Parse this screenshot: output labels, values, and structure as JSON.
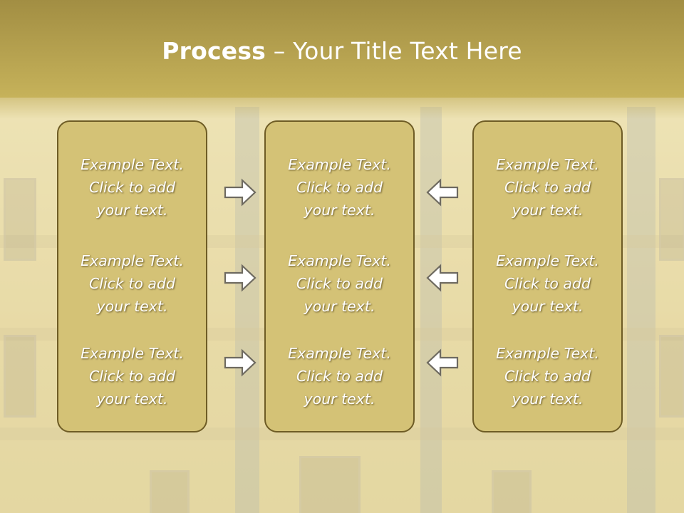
{
  "slide": {
    "title_bold": "Process",
    "title_rest": " – Your Title Text Here"
  },
  "panels": [
    {
      "items": [
        {
          "line1": "Example Text.",
          "line2": "Click  to add",
          "line3": "your text."
        },
        {
          "line1": "Example Text.",
          "line2": "Click  to add",
          "line3": "your text."
        },
        {
          "line1": "Example Text.",
          "line2": "Click  to add",
          "line3": "your text."
        }
      ]
    },
    {
      "items": [
        {
          "line1": "Example Text.",
          "line2": "Click  to add",
          "line3": "your text."
        },
        {
          "line1": "Example Text.",
          "line2": "Click  to add",
          "line3": "your text."
        },
        {
          "line1": "Example Text.",
          "line2": "Click  to add",
          "line3": "your text."
        }
      ]
    },
    {
      "items": [
        {
          "line1": "Example Text.",
          "line2": "Click  to add",
          "line3": "your text."
        },
        {
          "line1": "Example Text.",
          "line2": "Click  to add",
          "line3": "your text."
        },
        {
          "line1": "Example Text.",
          "line2": "Click  to add",
          "line3": "your text."
        }
      ]
    }
  ],
  "arrows": {
    "left_column": [
      "arrow-right-icon",
      "arrow-right-icon",
      "arrow-right-icon"
    ],
    "right_column": [
      "arrow-left-icon",
      "arrow-left-icon",
      "arrow-left-icon"
    ]
  },
  "colors": {
    "title_bar": "#b8a34f",
    "panel_fill": "#d4c276",
    "panel_border": "#6e5c25",
    "text": "#ffffff"
  }
}
